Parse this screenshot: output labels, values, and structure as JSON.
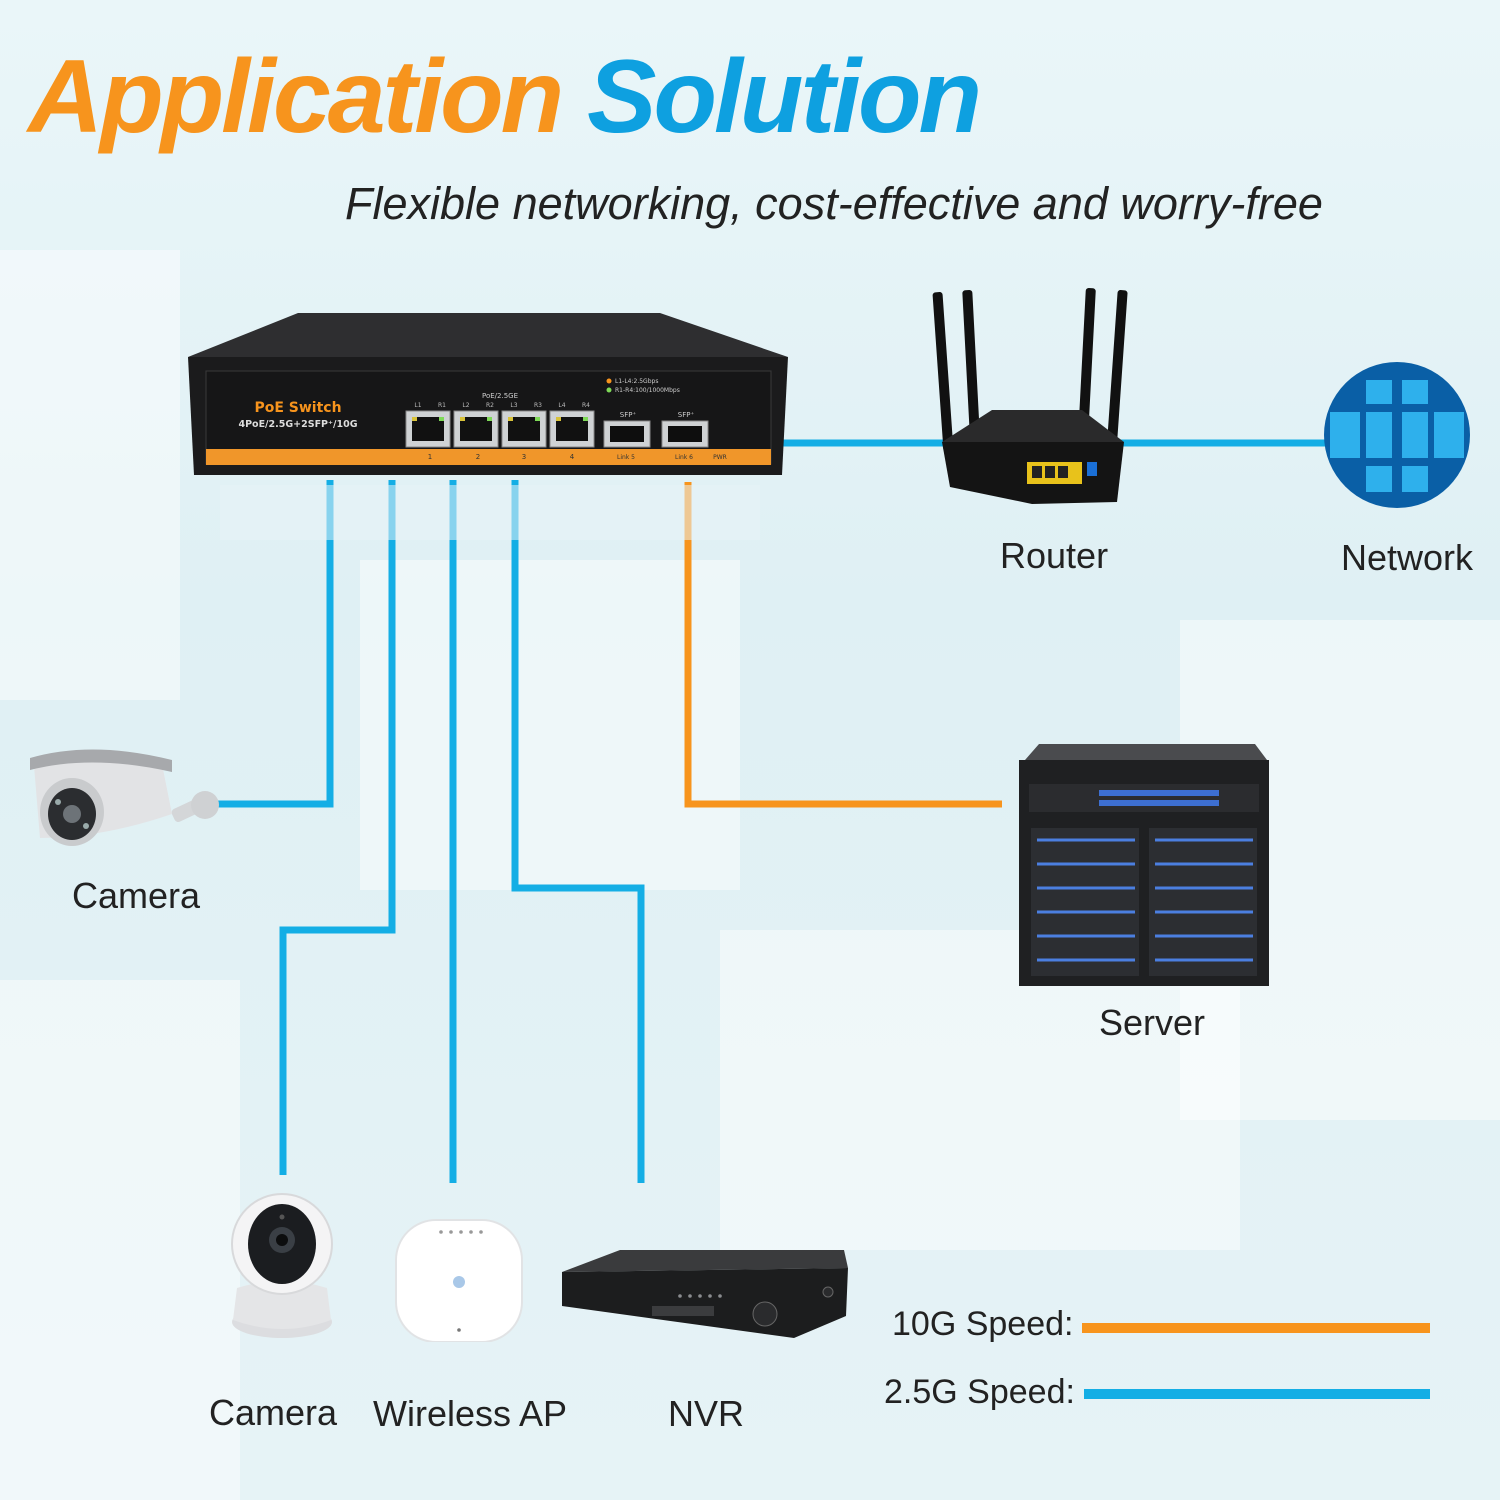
{
  "title": {
    "part1": "Application",
    "part2": "Solution"
  },
  "subtitle": "Flexible networking, cost-effective and worry-free",
  "switch": {
    "name": "PoE Switch",
    "model": "4PoE/2.5G+2SFP⁺/10G",
    "group_label": "PoE/2.5GE",
    "led_legend_1": "L1-L4:2.5Gbps",
    "led_legend_2": "R1-R4:100/1000Mbps",
    "port_leds": [
      "L1",
      "R1",
      "L2",
      "R2",
      "L3",
      "R3",
      "L4",
      "R4"
    ],
    "port_numbers": [
      "1",
      "2",
      "3",
      "4"
    ],
    "sfp_label": "SFP⁺",
    "link5": "Link 5",
    "link6": "Link 6",
    "pwr": "PWR"
  },
  "devices": {
    "router": "Router",
    "network": "Network",
    "server": "Server",
    "camera_bullet": "Camera",
    "camera_dome": "Camera",
    "wireless_ap": "Wireless AP",
    "nvr": "NVR"
  },
  "legend": {
    "speed_10g": "10G Speed:",
    "speed_2_5g": "2.5G Speed:"
  },
  "colors": {
    "orange": "#f7941d",
    "blue": "#14aee5",
    "dark_blue": "#0a5fa6"
  }
}
